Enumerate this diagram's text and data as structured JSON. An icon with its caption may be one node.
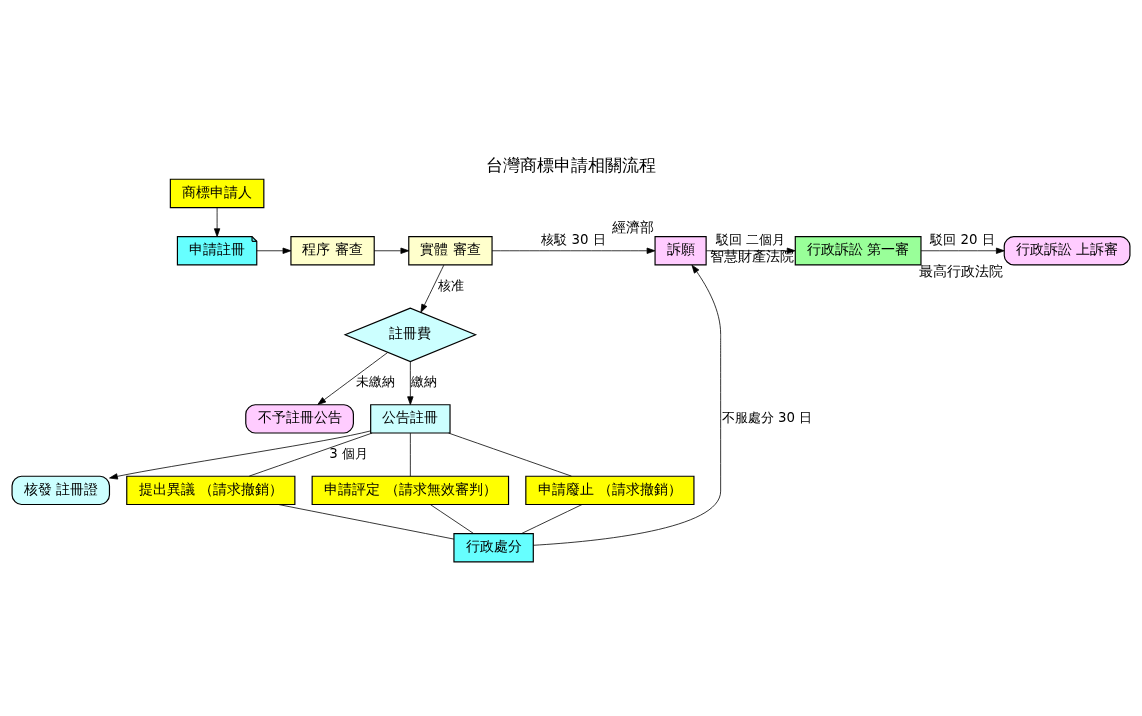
{
  "diagram": {
    "title": "台灣商標申請相關流程",
    "nodes": [
      {
        "text": [
          "商標申請人"
        ]
      },
      {
        "text": [
          "申請註冊"
        ]
      },
      {
        "text": [
          "程序 審查"
        ]
      },
      {
        "text": [
          "實體 審查"
        ]
      },
      {
        "text": [
          "訴願"
        ],
        "beside": [
          "經濟部"
        ]
      },
      {
        "text": [
          "行政訴訟 第一審"
        ],
        "beside": [
          "智慧財產法院"
        ]
      },
      {
        "text": [
          "行政訴訟 上訴審"
        ],
        "beside": [
          "最高行政法院"
        ]
      },
      {
        "text": [
          "註冊費"
        ]
      },
      {
        "text": [
          "不予註冊公告"
        ]
      },
      {
        "text": [
          "公告註冊"
        ]
      },
      {
        "text": [
          "核發 註冊證"
        ]
      },
      {
        "text": [
          "提出異議 （請求撤銷）"
        ]
      },
      {
        "text": [
          "申請評定 （請求無效審判）"
        ]
      },
      {
        "text": [
          "申請廢止 （請求撤銷）"
        ]
      },
      {
        "text": [
          "行政處分"
        ]
      }
    ],
    "edges": [
      {
        "from": 0,
        "to": 1,
        "arrow": "to"
      },
      {
        "from": 1,
        "to": 2,
        "arrow": "to"
      },
      {
        "from": 2,
        "to": 3,
        "arrow": "to"
      },
      {
        "from": 3,
        "to": 4,
        "arrow": "to",
        "label": "核駁 30 日"
      },
      {
        "from": 4,
        "to": 5,
        "arrow": "to",
        "label": "駁回 二個月"
      },
      {
        "from": 5,
        "to": 6,
        "arrow": "to",
        "label": "駁回 20 日"
      },
      {
        "from": 3,
        "to": 7,
        "arrow": "to",
        "label": "核准"
      },
      {
        "from": 7,
        "to": 8,
        "arrow": "to",
        "label": "未繳納"
      },
      {
        "from": 7,
        "to": 9,
        "arrow": "to",
        "label": "繳納"
      },
      {
        "from": 9,
        "to": 10,
        "arrow": "to"
      },
      {
        "from": 9,
        "to": 11,
        "arrow": "none",
        "label": "3 個月"
      },
      {
        "from": 9,
        "to": 12,
        "arrow": "none"
      },
      {
        "from": 9,
        "to": 13,
        "arrow": "none"
      },
      {
        "from": 11,
        "to": 14,
        "arrow": "none"
      },
      {
        "from": 12,
        "to": 14,
        "arrow": "none"
      },
      {
        "from": 13,
        "to": 14,
        "arrow": "none"
      },
      {
        "from": 14,
        "to": 4,
        "arrow": "to",
        "label": "不服處分 30 日"
      }
    ]
  }
}
